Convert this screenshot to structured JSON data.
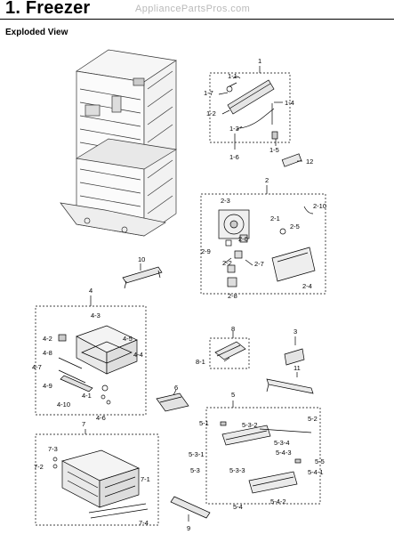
{
  "header": {
    "title": "1.  Freezer",
    "watermark": "AppliancePartsPros.com",
    "subtitle": "Exploded View"
  },
  "callouts": [
    {
      "key": "c1",
      "text": "1"
    },
    {
      "key": "c1_1",
      "text": "1-1"
    },
    {
      "key": "c1_7",
      "text": "1-7"
    },
    {
      "key": "c1_2",
      "text": "1-2"
    },
    {
      "key": "c1_4",
      "text": "1-4"
    },
    {
      "key": "c1_3",
      "text": "1-3"
    },
    {
      "key": "c1_5",
      "text": "1-5"
    },
    {
      "key": "c1_6",
      "text": "1-6"
    },
    {
      "key": "c12",
      "text": "12"
    },
    {
      "key": "c2",
      "text": "2"
    },
    {
      "key": "c2_3",
      "text": "2-3"
    },
    {
      "key": "c2_10",
      "text": "2-10"
    },
    {
      "key": "c2_1",
      "text": "2-1"
    },
    {
      "key": "c2_5",
      "text": "2-5"
    },
    {
      "key": "c2_6",
      "text": "2-6"
    },
    {
      "key": "c2_9",
      "text": "2-9"
    },
    {
      "key": "c2_2",
      "text": "2-2"
    },
    {
      "key": "c2_7",
      "text": "2-7"
    },
    {
      "key": "c2_8",
      "text": "2-8"
    },
    {
      "key": "c2_4",
      "text": "2-4"
    },
    {
      "key": "c10",
      "text": "10"
    },
    {
      "key": "c4",
      "text": "4"
    },
    {
      "key": "c4_3",
      "text": "4-3"
    },
    {
      "key": "c4_2",
      "text": "4-2"
    },
    {
      "key": "c4_5",
      "text": "4-5"
    },
    {
      "key": "c4_8",
      "text": "4-8"
    },
    {
      "key": "c4_4",
      "text": "4-4"
    },
    {
      "key": "c4_7",
      "text": "4-7"
    },
    {
      "key": "c4_9",
      "text": "4-9"
    },
    {
      "key": "c4_1",
      "text": "4-1"
    },
    {
      "key": "c4_10",
      "text": "4-10"
    },
    {
      "key": "c4_6",
      "text": "4-6"
    },
    {
      "key": "c8",
      "text": "8"
    },
    {
      "key": "c3",
      "text": "3"
    },
    {
      "key": "c8_1",
      "text": "8-1"
    },
    {
      "key": "c11",
      "text": "11"
    },
    {
      "key": "c6",
      "text": "6"
    },
    {
      "key": "c5",
      "text": "5"
    },
    {
      "key": "c5_1",
      "text": "5-1"
    },
    {
      "key": "c5_2",
      "text": "5-2"
    },
    {
      "key": "c5_3_2",
      "text": "5-3-2"
    },
    {
      "key": "c5_3_4",
      "text": "5-3-4"
    },
    {
      "key": "c5_4_3",
      "text": "5-4-3"
    },
    {
      "key": "c5_3_1",
      "text": "5-3-1"
    },
    {
      "key": "c5_5",
      "text": "5-5"
    },
    {
      "key": "c5_4_1",
      "text": "5-4-1"
    },
    {
      "key": "c5_3",
      "text": "5-3"
    },
    {
      "key": "c5_3_3",
      "text": "5-3-3"
    },
    {
      "key": "c5_4",
      "text": "5-4"
    },
    {
      "key": "c5_4_2",
      "text": "5-4-2"
    },
    {
      "key": "c7",
      "text": "7"
    },
    {
      "key": "c7_3",
      "text": "7-3"
    },
    {
      "key": "c7_2",
      "text": "7-2"
    },
    {
      "key": "c7_1",
      "text": "7-1"
    },
    {
      "key": "c7_4",
      "text": "7-4"
    },
    {
      "key": "c9",
      "text": "9"
    }
  ]
}
